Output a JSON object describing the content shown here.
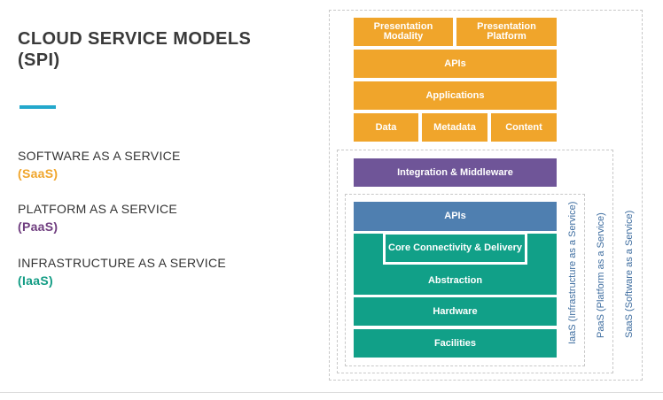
{
  "title": {
    "line1": "CLOUD SERVICE MODELS",
    "line2": "(SPI)"
  },
  "models": [
    {
      "name": "SOFTWARE AS A SERVICE",
      "abbr": "(SaaS)",
      "color": "#f0a52b"
    },
    {
      "name": "PLATFORM AS A SERVICE",
      "abbr": "(PaaS)",
      "color": "#6f3d7f"
    },
    {
      "name": "INFRASTRUCTURE AS A SERVICE",
      "abbr": "(IaaS)",
      "color": "#129c84"
    }
  ],
  "diagram": {
    "saas_layers": {
      "presentation_modality": "Presentation Modality",
      "presentation_platform": "Presentation Platform",
      "apis": "APIs",
      "applications": "Applications",
      "data": "Data",
      "metadata": "Metadata",
      "content": "Content"
    },
    "paas_layers": {
      "integration": "Integration & Middleware"
    },
    "iaas_layers": {
      "apis": "APIs",
      "core_connectivity": "Core Connectivity & Delivery",
      "abstraction": "Abstraction",
      "hardware": "Hardware",
      "facilities": "Facilities"
    },
    "side_labels": {
      "iaas": "IaaS (Infrastructure as a Service)",
      "paas": "PaaS (Platform as a Service)",
      "saas": "SaaS (Software as a Service)"
    }
  }
}
